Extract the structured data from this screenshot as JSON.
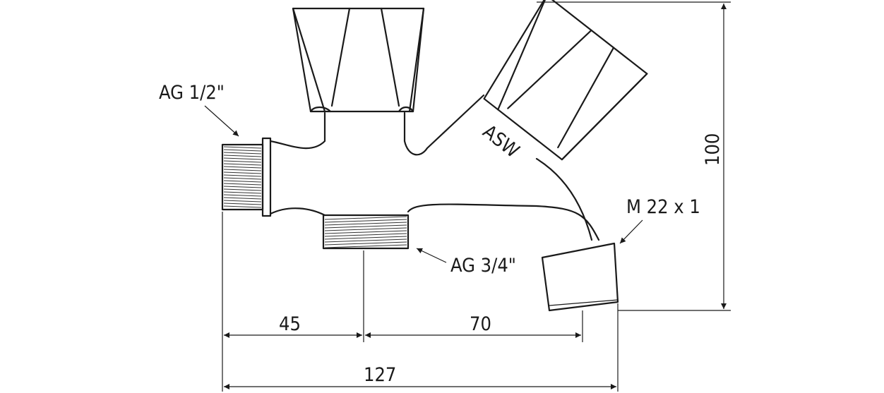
{
  "labels": {
    "inlet_thread": "AG 1/2\"",
    "valve_type": "ASW",
    "outlet_thread": "M 22 x 1",
    "hose_thread": "AG 3/4\""
  },
  "dimensions": {
    "height": "100",
    "left_offset": "45",
    "right_offset": "70",
    "total_width": "127"
  }
}
